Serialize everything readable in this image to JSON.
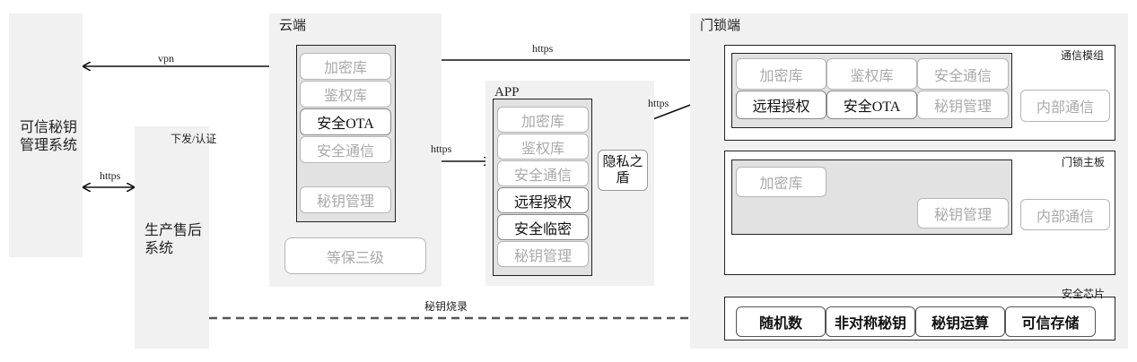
{
  "trusted_kms": {
    "title_line1": "可信秘钥",
    "title_line2": "管理系统"
  },
  "production": {
    "title_line1": "生产售后",
    "title_line2": "系统",
    "tag": "下发/认证"
  },
  "cloud": {
    "title": "云端",
    "modules": [
      "加密库",
      "鉴权库",
      "安全OTA",
      "安全通信",
      "秘钥管理"
    ],
    "level": "等保三级"
  },
  "app": {
    "title": "APP",
    "modules": [
      "加密库",
      "鉴权库",
      "安全通信",
      "远程授权",
      "安全临密",
      "秘钥管理"
    ],
    "privacy": "隐私之盾"
  },
  "lock": {
    "title": "门锁端",
    "comm_module": {
      "label": "通信模组",
      "row1": [
        "加密库",
        "鉴权库",
        "安全通信"
      ],
      "row2": [
        "远程授权",
        "安全OTA",
        "秘钥管理"
      ],
      "internal": "内部通信"
    },
    "mainboard": {
      "label": "门锁主板",
      "crypto": "加密库",
      "key_mgmt": "秘钥管理",
      "internal": "内部通信"
    },
    "secure_chip": {
      "label": "安全芯片",
      "modules": [
        "随机数",
        "非对称秘钥",
        "秘钥运算",
        "可信存储"
      ]
    }
  },
  "links": {
    "vpn": "vpn",
    "https_kms_prod": "https",
    "https_cloud_lock": "https",
    "https_cloud_app": "https",
    "https_app_lock": "https",
    "key_burn": "秘钥烧录"
  }
}
